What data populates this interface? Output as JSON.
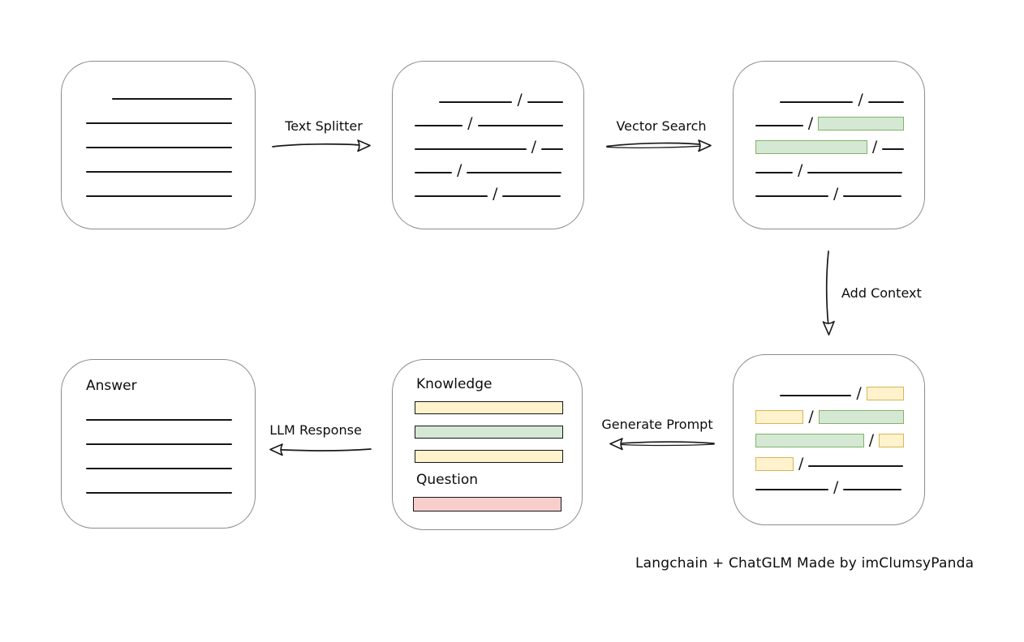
{
  "caption": "Langchain + ChatGLM Made by imClumsyPanda",
  "glyphs": {
    "slash": "/"
  },
  "colors": {
    "green_fill": "#d5e8d4",
    "green_border": "#82b366",
    "yellow_fill": "#fff2cc",
    "yellow_border": "#d6b656",
    "red_fill": "#f8cecc",
    "red_border": "#b85450",
    "box_border": "#8c8c8c",
    "ink": "#161616"
  },
  "arrows": {
    "text_splitter": {
      "label": "Text Splitter",
      "direction": "right"
    },
    "vector_search": {
      "label": "Vector Search",
      "direction": "right"
    },
    "add_context": {
      "label": "Add Context",
      "direction": "down"
    },
    "generate_prompt": {
      "label": "Generate Prompt",
      "direction": "left"
    },
    "llm_response": {
      "label": "LLM Response",
      "direction": "left"
    }
  },
  "boxes": {
    "document": {
      "lines": [
        {
          "w": 148,
          "indent": 32
        },
        {
          "w": 180
        },
        {
          "w": 180
        },
        {
          "w": 180
        },
        {
          "w": 180
        }
      ]
    },
    "chunks": {
      "rows": [
        {
          "indent": 30,
          "segs": [
            {
              "t": "line",
              "w": 92
            },
            {
              "t": "line",
              "w": 45
            }
          ]
        },
        {
          "segs": [
            {
              "t": "line",
              "w": 60
            },
            {
              "t": "line",
              "w": 107
            }
          ]
        },
        {
          "segs": [
            {
              "t": "line",
              "w": 138
            },
            {
              "t": "line",
              "w": 27
            }
          ]
        },
        {
          "segs": [
            {
              "t": "line",
              "w": 46
            },
            {
              "t": "line",
              "w": 117
            }
          ]
        },
        {
          "segs": [
            {
              "t": "line",
              "w": 90
            },
            {
              "t": "line",
              "w": 72
            }
          ]
        }
      ]
    },
    "matched": {
      "rows": [
        {
          "indent": 30,
          "segs": [
            {
              "t": "line",
              "w": 92
            },
            {
              "t": "line",
              "w": 45
            }
          ]
        },
        {
          "segs": [
            {
              "t": "line",
              "w": 60
            },
            {
              "t": "green",
              "w": 108
            }
          ]
        },
        {
          "segs": [
            {
              "t": "green",
              "w": 139
            },
            {
              "t": "line",
              "w": 27
            }
          ]
        },
        {
          "segs": [
            {
              "t": "line",
              "w": 46
            },
            {
              "t": "line",
              "w": 117
            }
          ]
        },
        {
          "segs": [
            {
              "t": "line",
              "w": 90
            },
            {
              "t": "line",
              "w": 72
            }
          ]
        }
      ]
    },
    "context": {
      "rows": [
        {
          "indent": 30,
          "segs": [
            {
              "t": "line",
              "w": 92
            },
            {
              "t": "yellow",
              "w": 48
            }
          ]
        },
        {
          "segs": [
            {
              "t": "yellow",
              "w": 61
            },
            {
              "t": "green",
              "w": 108
            }
          ]
        },
        {
          "segs": [
            {
              "t": "green",
              "w": 139
            },
            {
              "t": "yellow",
              "w": 32
            }
          ]
        },
        {
          "segs": [
            {
              "t": "yellow",
              "w": 47
            },
            {
              "t": "line",
              "w": 117
            }
          ]
        },
        {
          "segs": [
            {
              "t": "line",
              "w": 90
            },
            {
              "t": "line",
              "w": 72
            }
          ]
        }
      ]
    },
    "prompt": {
      "knowledge_label": "Knowledge",
      "question_label": "Question",
      "knowledge_bars": [
        "yellow",
        "green",
        "yellow"
      ],
      "question_bars": [
        "red"
      ]
    },
    "answer": {
      "label": "Answer",
      "lines": [
        {
          "w": 180
        },
        {
          "w": 180
        },
        {
          "w": 180
        },
        {
          "w": 180
        }
      ]
    }
  }
}
